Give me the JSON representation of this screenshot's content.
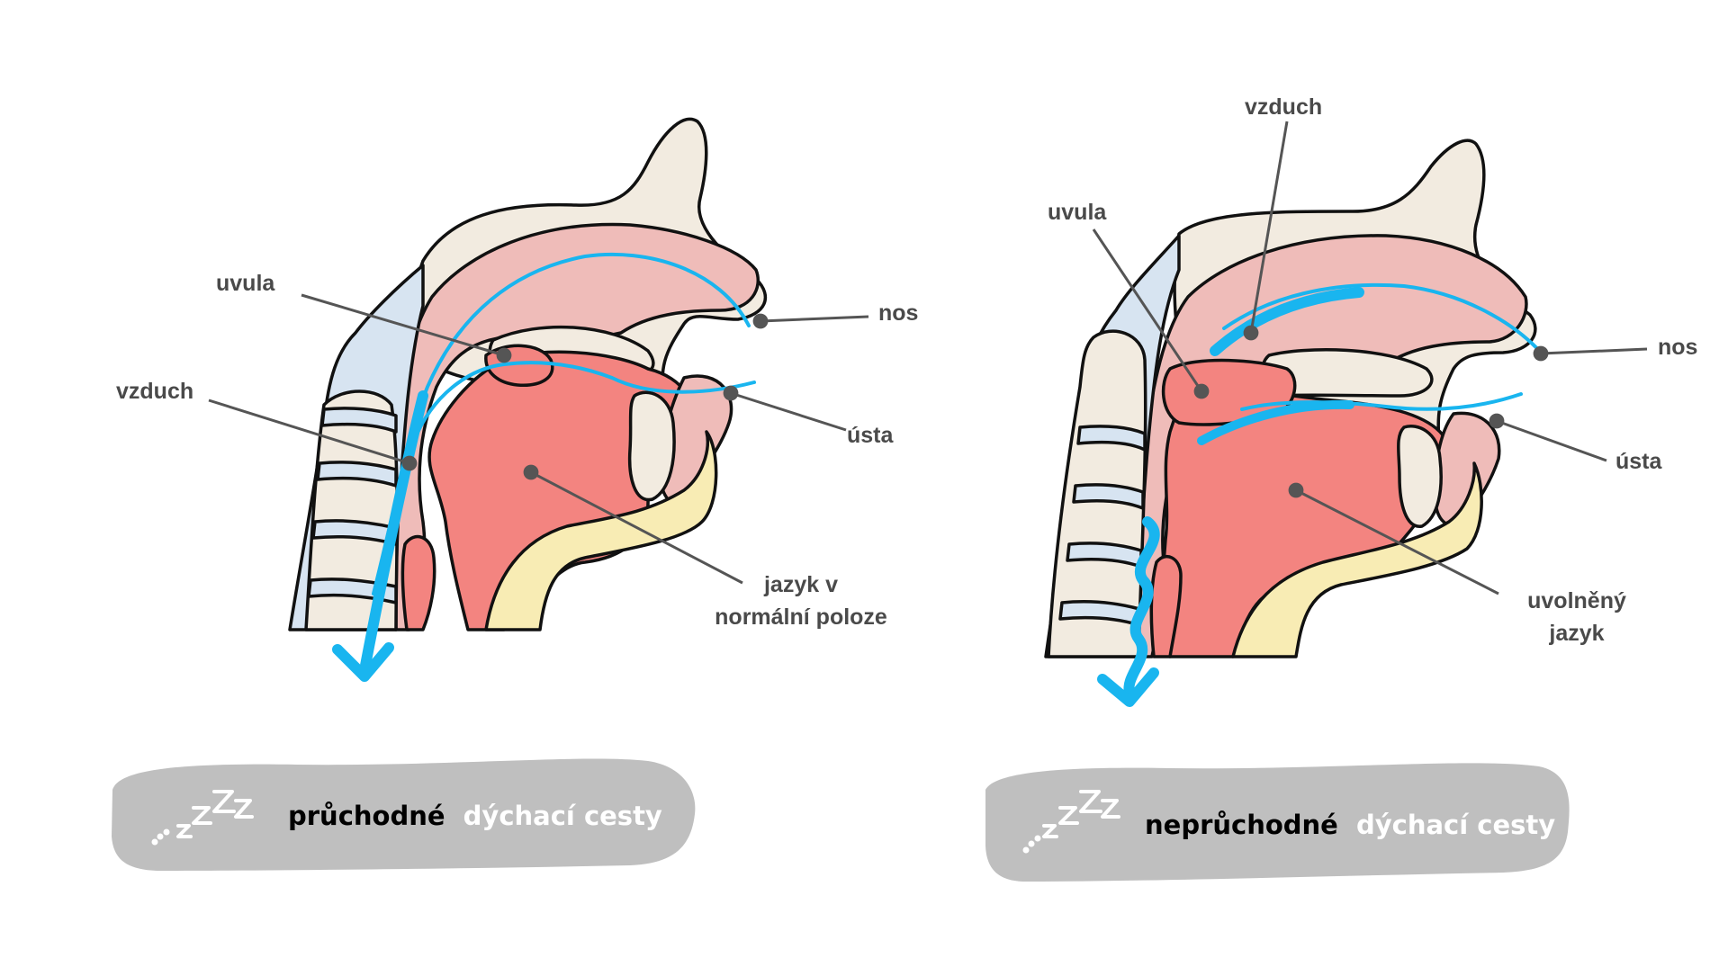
{
  "colors": {
    "outline": "#111111",
    "bone": "#f2ebe0",
    "cavity": "#efbcb9",
    "tongue": "#f38480",
    "jaw": "#f8ecb4",
    "spine": "#d7e4f1",
    "airflow": "#19b5ef",
    "caption_bg": "#bfbfbf",
    "label_text": "#4a4a4a",
    "leader_line": "#555555"
  },
  "left_panel": {
    "labels": {
      "uvula": "uvula",
      "vzduch": "vzduch",
      "nos": "nos",
      "usta": "ústa",
      "jazyk": [
        "jazyk v",
        "normální poloze"
      ]
    },
    "caption": {
      "strong": "průchodné",
      "rest": "dýchací cesty"
    }
  },
  "right_panel": {
    "labels": {
      "vzduch": "vzduch",
      "uvula": "uvula",
      "nos": "nos",
      "usta": "ústa",
      "jazyk": [
        "uvolněný",
        "jazyk"
      ]
    },
    "caption": {
      "strong": "neprůchodné",
      "rest": "dýchací cesty"
    }
  },
  "icons": {
    "sleep": "zzz-icon"
  }
}
